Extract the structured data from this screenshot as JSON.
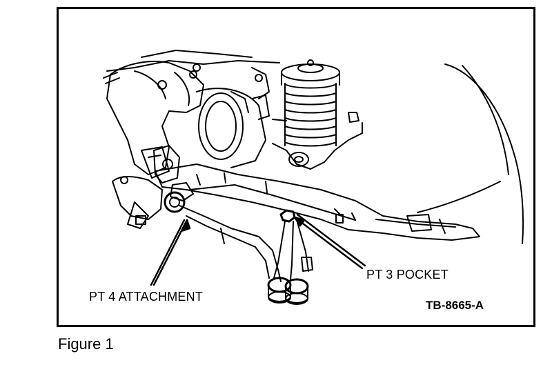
{
  "figure": {
    "caption": "Figure 1",
    "reference_code": "TB-8665-A",
    "callouts": {
      "attachment": "PT 4 ATTACHMENT",
      "pocket": "PT 3 POCKET"
    }
  },
  "colors": {
    "ink": "#000000",
    "paper": "#ffffff"
  }
}
